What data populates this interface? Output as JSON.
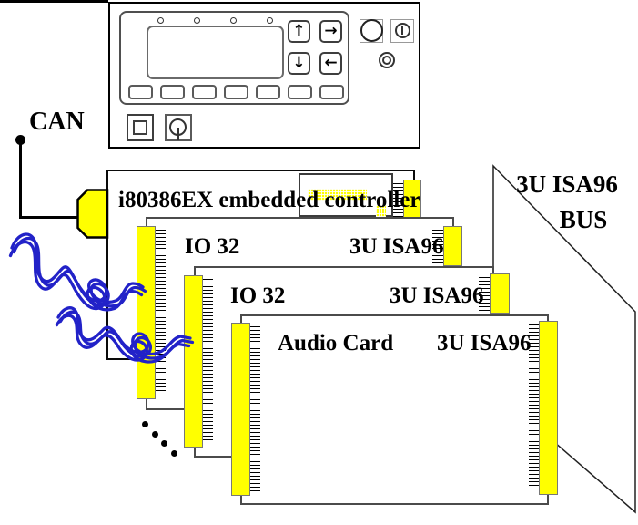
{
  "figure": {
    "can_label": "CAN",
    "backplane": {
      "line1": "3U ISA96",
      "line2": "BUS"
    },
    "cards": [
      {
        "title": "i80386EX embedded controller"
      },
      {
        "left_label": "IO 32",
        "right_label": "3U ISA96"
      },
      {
        "left_label": "IO 32",
        "right_label": "3U ISA96"
      },
      {
        "left_label": "Audio Card",
        "right_label": "3U ISA96"
      }
    ],
    "panel": {
      "icons": {
        "up_arrow": "↑",
        "down_arrow": "↓",
        "right_arrow": "→",
        "left_arrow": "←"
      }
    },
    "colors": {
      "connector_yellow": "#ffff00",
      "cable_blue": "#2222c8",
      "outline_black": "#000000",
      "card_border_gray": "#4b4b4b"
    }
  }
}
